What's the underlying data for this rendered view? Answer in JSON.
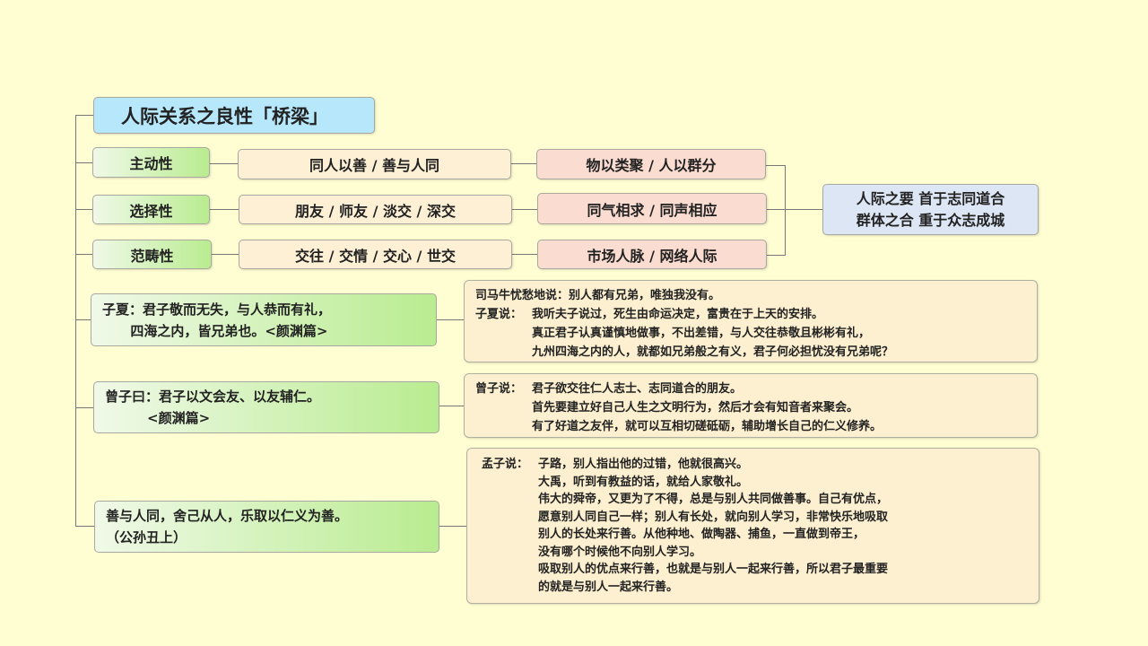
{
  "title": "人际关系之良性「桥梁」",
  "branches": [
    {
      "label": "主动性",
      "detail": "同人以善 / 善与人同",
      "example": "物以类聚 / 人以群分"
    },
    {
      "label": "选择性",
      "detail": "朋友 / 师友 / 淡交 / 深交",
      "example": "同气相求 / 同声相应"
    },
    {
      "label": "范畴性",
      "detail": "交往 / 交情 / 交心 / 世交",
      "example": "市场人脉 / 网络人际"
    }
  ],
  "summary": [
    "人际之要 首于志同道合",
    "群体之合 重于众志成城"
  ],
  "quotes": [
    {
      "text": "子夏：君子敬而无失，与人恭而有礼，\n      四海之内，皆兄弟也。<颜渊篇>",
      "note": [
        {
          "speaker": "司马牛忧愁地说：",
          "lines": [
            "别人都有兄弟，唯独我没有。"
          ]
        },
        {
          "speaker": "子夏说：",
          "lines": [
            "我听夫子说过，死生由命运决定，富贵在于上天的安排。",
            "真正君子认真谨慎地做事，不出差错，与人交往恭敬且彬彬有礼，",
            "九州四海之内的人，就都如兄弟般之有义，君子何必担忧没有兄弟呢？"
          ]
        }
      ]
    },
    {
      "text": "曾子曰：君子以文会友、以友辅仁。\n         <颜渊篇>",
      "note": [
        {
          "speaker": "曾子说：",
          "lines": [
            "君子欲交往仁人志士、志同道合的朋友。",
            "首先要建立好自己人生之文明行为，然后才会有知音者来聚会。",
            "有了好道之友伴，就可以互相切磋砥砺，辅助增长自己的仁义修养。"
          ]
        }
      ]
    },
    {
      "text": "善与人同，舍己从人，乐取以仁义为善。\n（公孙丑上）",
      "note": [
        {
          "speaker": "孟子说：",
          "lines": [
            "子路，别人指出他的过错，他就很高兴。",
            "大禹，听到有教益的话，就给人家敬礼。",
            "伟大的舜帝，又更为了不得，总是与别人共同做善事。自己有优点，",
            "愿意别人同自己一样；别人有长处，就向别人学习，非常快乐地吸取",
            "别人的长处来行善。从他种地、做陶器、捕鱼，一直做到帝王，",
            "没有哪个时候他不向别人学习。",
            "吸取别人的优点来行善，也就是与别人一起来行善，所以君子最重要",
            "的就是与别人一起来行善。"
          ]
        }
      ]
    }
  ]
}
